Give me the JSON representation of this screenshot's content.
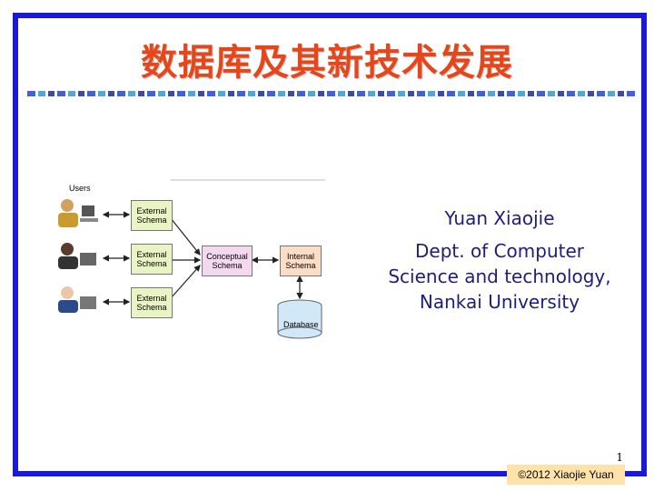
{
  "title": "数据库及其新技术发展",
  "author": {
    "name": "Yuan Xiaojie",
    "dept_line1": "Dept. of Computer",
    "dept_line2": "Science and technology,",
    "dept_line3": "Nankai University"
  },
  "slide_number": "1",
  "footer": "©2012  Xiaojie Yuan",
  "diagram": {
    "users_label": "Users",
    "external_schema": "External Schema",
    "conceptual_schema": "Conceptual Schema",
    "internal_schema": "Internal Schema",
    "database": "Database"
  },
  "colors": {
    "border": "#1a1adb",
    "title": "#e6461a",
    "author_text": "#1e1e7a",
    "footer_bg": "#ffe2a8"
  }
}
